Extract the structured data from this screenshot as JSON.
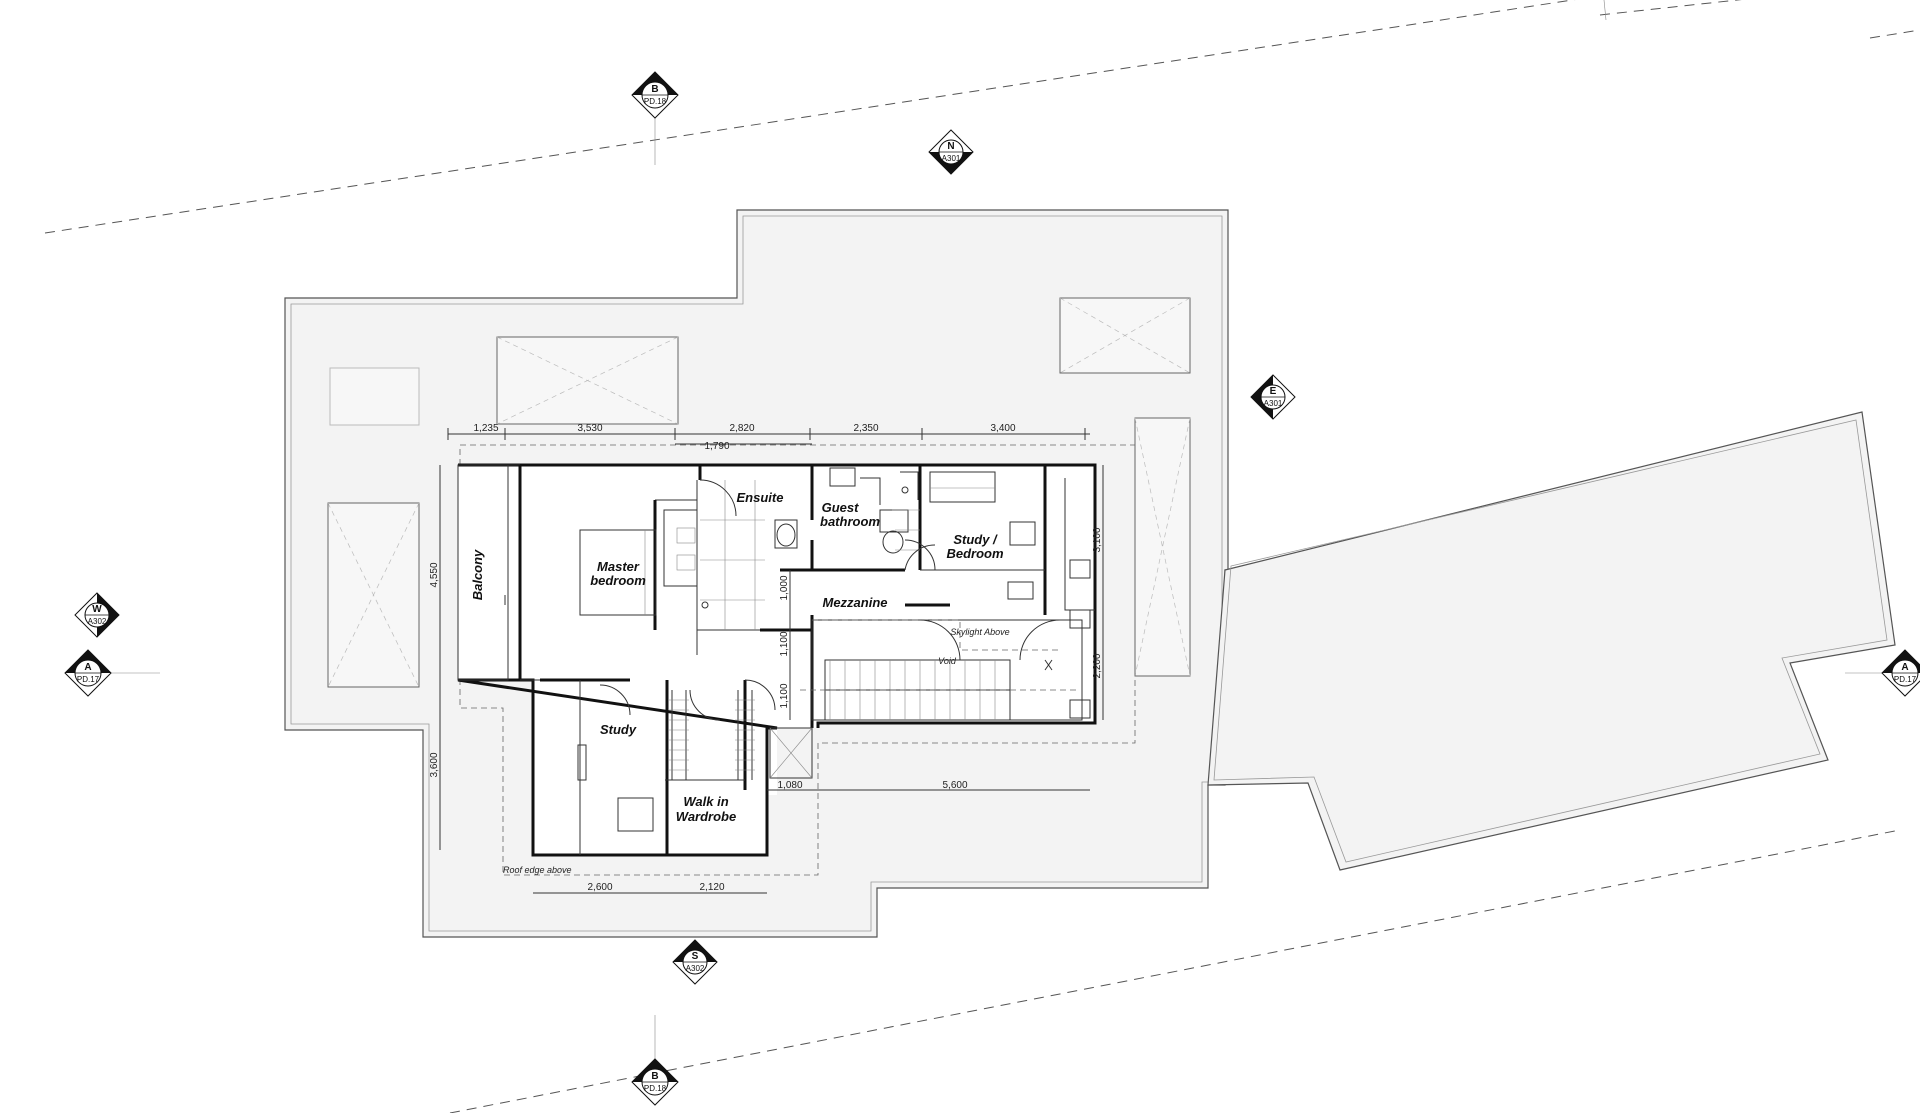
{
  "rooms": {
    "balcony": "Balcony",
    "master_bedroom_1": "Master",
    "master_bedroom_2": "bedroom",
    "ensuite": "Ensuite",
    "guest_bathroom_1": "Guest",
    "guest_bathroom_2": "bathroom",
    "study_bedroom_1": "Study /",
    "study_bedroom_2": "Bedroom",
    "mezzanine": "Mezzanine",
    "study": "Study",
    "walk_in_1": "Walk in",
    "walk_in_2": "Wardrobe"
  },
  "annotations": {
    "skylight": "Skylight Above",
    "void": "Void",
    "roof_edge": "Roof edge above"
  },
  "dimensions": {
    "top": [
      "1,235",
      "3,530",
      "2,820",
      "2,350",
      "3,400"
    ],
    "top_second": "1,790",
    "left_upper": "4,550",
    "left_lower": "3,600",
    "right_upper": "3,100",
    "right_lower": "2,200",
    "stair": [
      "1,000",
      "1,100",
      "1,100"
    ],
    "bottom_left": [
      "2,600",
      "2,120"
    ],
    "bottom_right": [
      "1,080",
      "5,600"
    ]
  },
  "markers": {
    "b_top": {
      "letter": "B",
      "ref": "PD.18"
    },
    "b_bottom": {
      "letter": "B",
      "ref": "PD.18"
    },
    "n": {
      "letter": "N",
      "ref": "A301"
    },
    "e": {
      "letter": "E",
      "ref": "A301"
    },
    "w": {
      "letter": "W",
      "ref": "A302"
    },
    "s": {
      "letter": "S",
      "ref": "A302"
    },
    "a_left": {
      "letter": "A",
      "ref": "PD.17"
    },
    "a_right": {
      "letter": "A",
      "ref": "PD.17"
    }
  }
}
